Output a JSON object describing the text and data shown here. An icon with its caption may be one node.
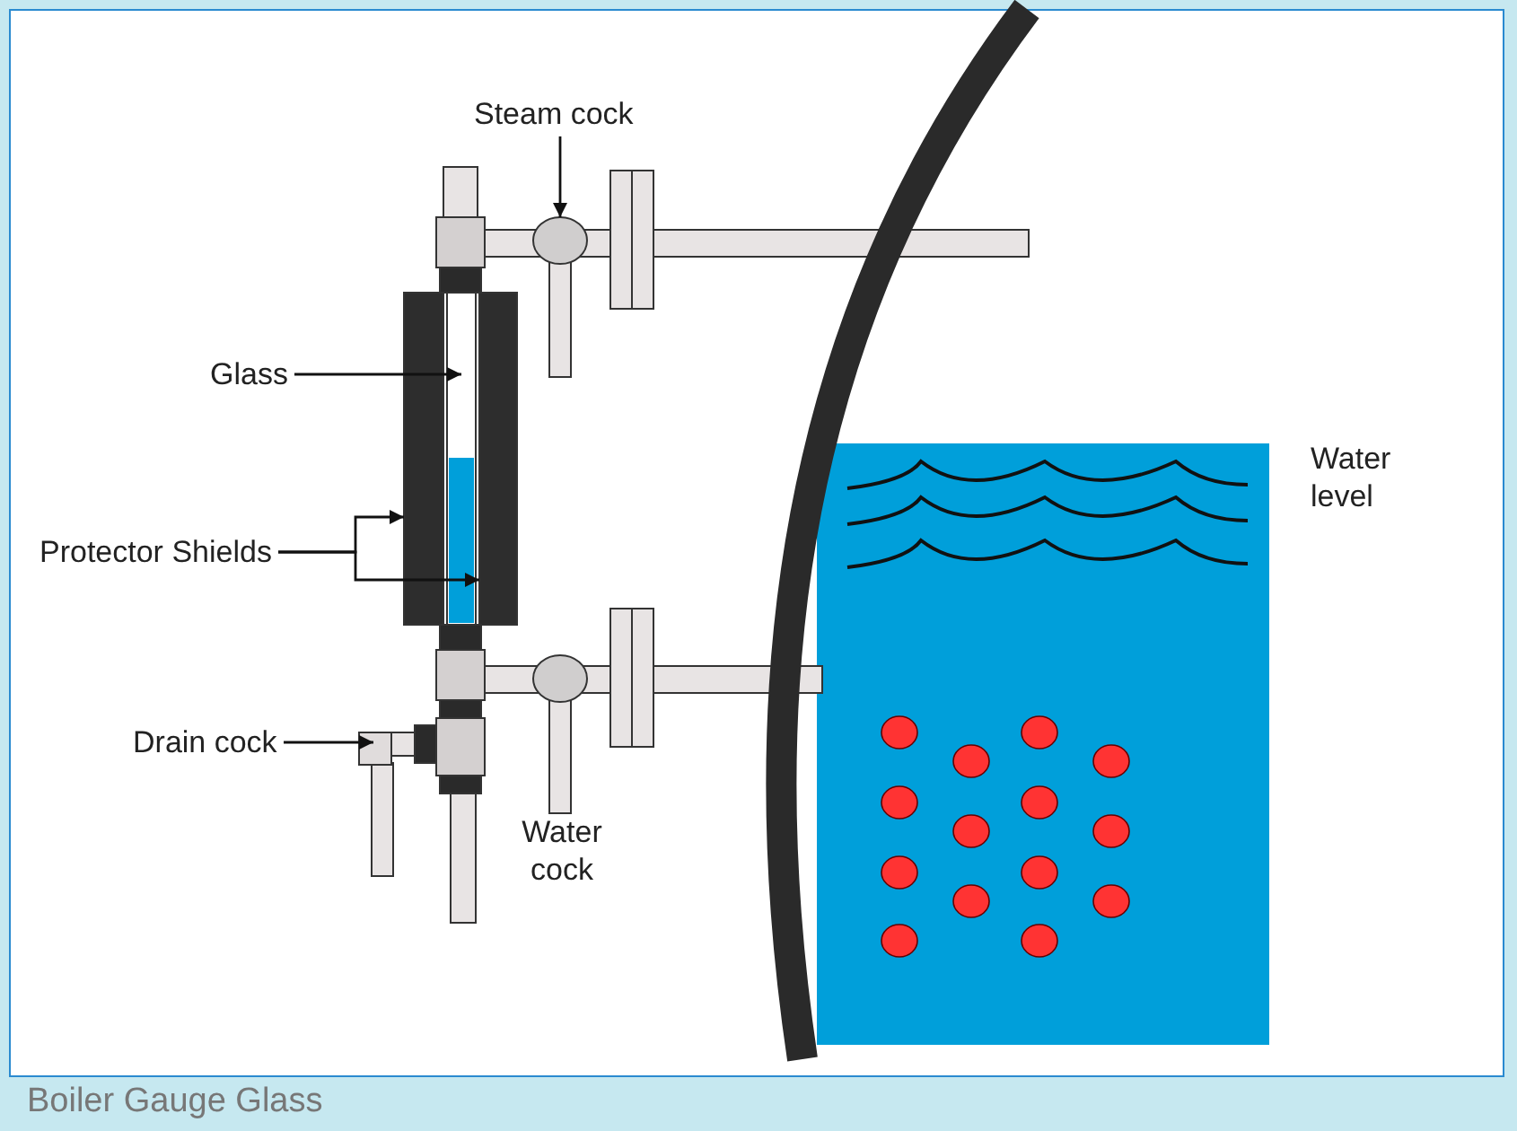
{
  "diagram": {
    "caption": "Boiler Gauge Glass",
    "nodes": [
      {
        "text": [
          "Steam cock"
        ]
      },
      {
        "text": [],
        "shape": "circle"
      },
      {
        "text": [
          "Glass"
        ]
      },
      {
        "text": [],
        "shape": "box"
      },
      {
        "text": [
          "Protector Shields"
        ]
      },
      {
        "text": [],
        "shape": "bar"
      },
      {
        "text": [],
        "shape": "bar"
      },
      {
        "text": [
          "Drain cock"
        ]
      },
      {
        "text": [],
        "shape": "box"
      }
    ],
    "edges": [
      {
        "from": 0,
        "to": 1,
        "arrow": "to"
      },
      {
        "from": 2,
        "to": 3,
        "arrow": "to"
      },
      {
        "from": 4,
        "to": 5,
        "arrow": "to"
      },
      {
        "from": 4,
        "to": 6,
        "arrow": "to"
      },
      {
        "from": 7,
        "to": 8,
        "arrow": "to"
      }
    ],
    "labels": [
      "Water cock",
      "Water level"
    ]
  }
}
